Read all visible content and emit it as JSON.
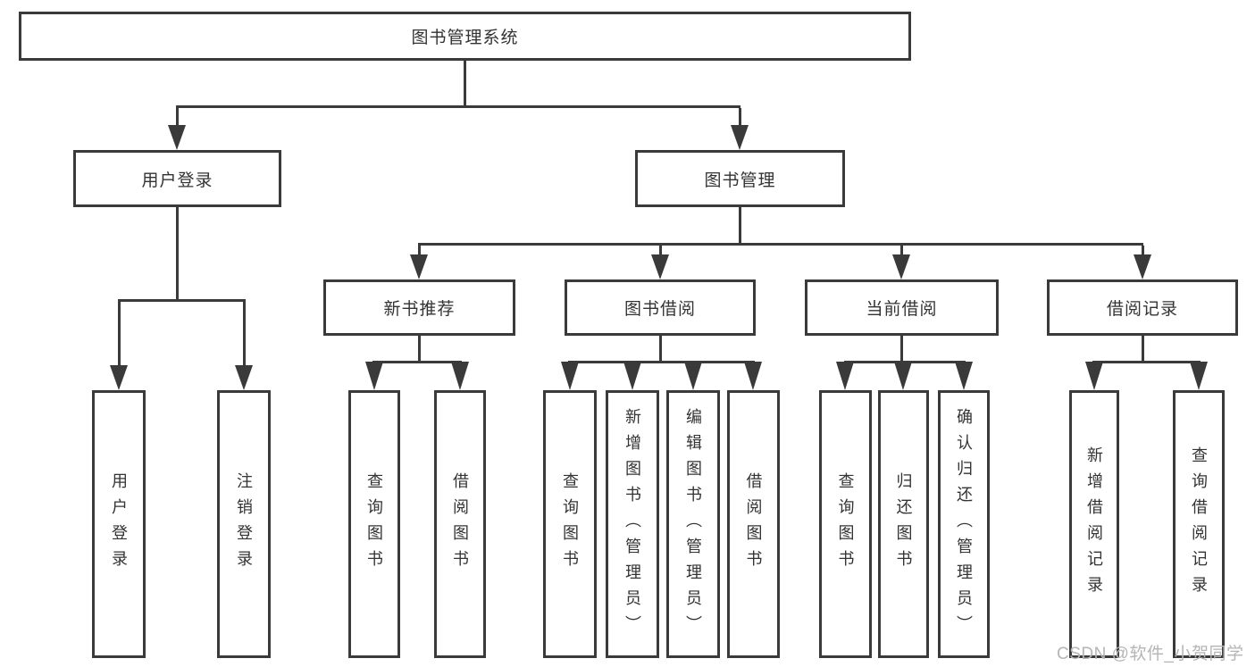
{
  "diagram": {
    "root": {
      "label": "图书管理系统"
    },
    "level2": [
      {
        "label": "用户登录"
      },
      {
        "label": "图书管理"
      }
    ],
    "level3": [
      {
        "label": "新书推荐"
      },
      {
        "label": "图书借阅"
      },
      {
        "label": "当前借阅"
      },
      {
        "label": "借阅记录"
      }
    ],
    "leaves": {
      "user_login": [
        "用户登录",
        "注销登录"
      ],
      "new_books": [
        "查询图书",
        "借阅图书"
      ],
      "borrow": [
        "查询图书",
        "新增图书（管理员）",
        "编辑图书（管理员）",
        "借阅图书"
      ],
      "current": [
        "查询图书",
        "归还图书",
        "确认归还（管理员）"
      ],
      "records": [
        "新增借阅记录",
        "查询借阅记录"
      ]
    },
    "watermark": "CSDN @软件_小贺同学",
    "colors": {
      "line": "#3a3a3a",
      "text": "#333333",
      "watermark": "#b5b5b5",
      "background": "#ffffff"
    }
  }
}
